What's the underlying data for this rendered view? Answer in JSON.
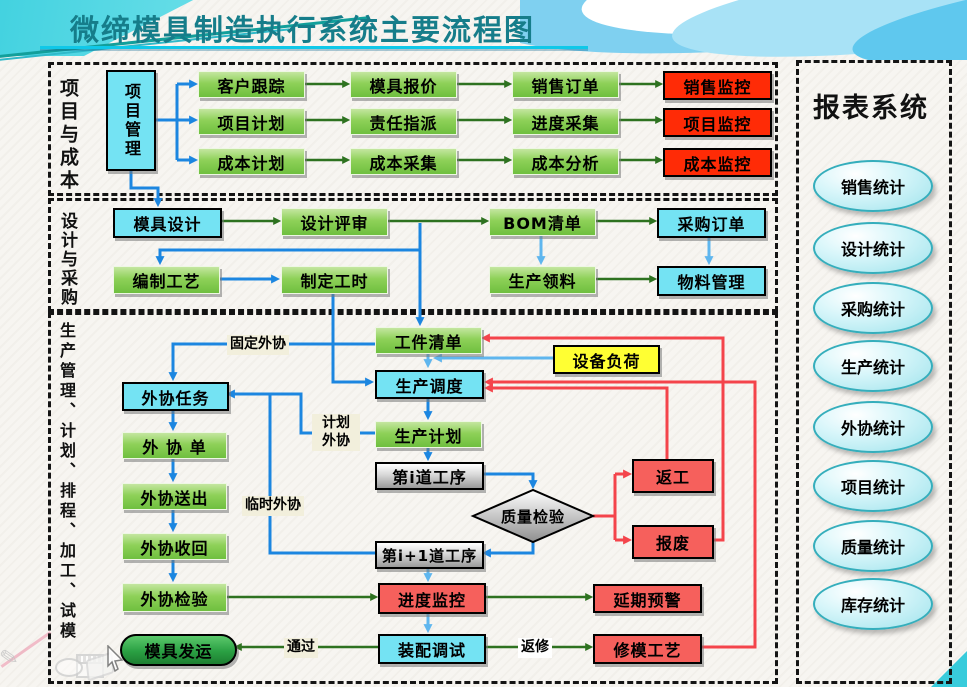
{
  "title": "微缔模具制造执行系统主要流程图",
  "section_project": {
    "label": "项目与成本",
    "root": "项目管理",
    "rows": [
      {
        "c1": "客户跟踪",
        "c2": "模具报价",
        "c3": "销售订单",
        "monitor": "销售监控"
      },
      {
        "c1": "项目计划",
        "c2": "责任指派",
        "c3": "进度采集",
        "monitor": "项目监控"
      },
      {
        "c1": "成本计划",
        "c2": "成本采集",
        "c3": "成本分析",
        "monitor": "成本监控"
      }
    ]
  },
  "section_design": {
    "label": "设计与采购",
    "mold_design": "模具设计",
    "design_review": "设计评审",
    "bom_list": "BOM清单",
    "purchase_order": "采购订单",
    "process_planning": "编制工艺",
    "work_hours": "制定工时",
    "material_issue": "生产领料",
    "material_mgmt": "物料管理"
  },
  "section_production": {
    "label": "生产管理、计划、排程、加工、试模",
    "work_list": "工件清单",
    "equipment_load": "设备负荷",
    "dispatch": "生产调度",
    "production_plan": "生产计划",
    "step_i": "第i道工序",
    "quality_check": "质量检验",
    "step_i_plus_1": "第i+1道工序",
    "progress_monitor": "进度监控",
    "assembly_debug": "装配调试",
    "mold_shipping": "模具发运",
    "rework": "返工",
    "scrap": "报废",
    "delay_warning": "延期预警",
    "mold_repair": "修模工艺",
    "outsource_task": "外协任务",
    "outsource_order": "外 协 单",
    "outsource_send": "外协送出",
    "outsource_return": "外协收回",
    "outsource_inspect": "外协检验",
    "edge_labels": {
      "fixed": "固定外协",
      "planned": "计划\n外协",
      "temporary": "临时外协",
      "pass": "通过",
      "repair": "返修"
    }
  },
  "report_panel": {
    "title": "报表系统",
    "items": [
      "销售统计",
      "设计统计",
      "采购统计",
      "生产统计",
      "外协统计",
      "项目统计",
      "质量统计",
      "库存统计"
    ]
  },
  "colors": {
    "title": "#167d8a",
    "underline": "#10c8e8",
    "green_box": "#7fc648",
    "cyan_box": "#74e3f3",
    "red_monitor": "#ff2b06",
    "salmon_box": "#f6605c",
    "yellow_box": "#ffff33",
    "blue_line": "#1c86e0",
    "green_line": "#2e7220",
    "red_line": "#f4444b"
  },
  "tool_icons": [
    "pen-icon",
    "window-icon",
    "ellipse-icon",
    "eraser-icon",
    "cursor-arrow"
  ]
}
